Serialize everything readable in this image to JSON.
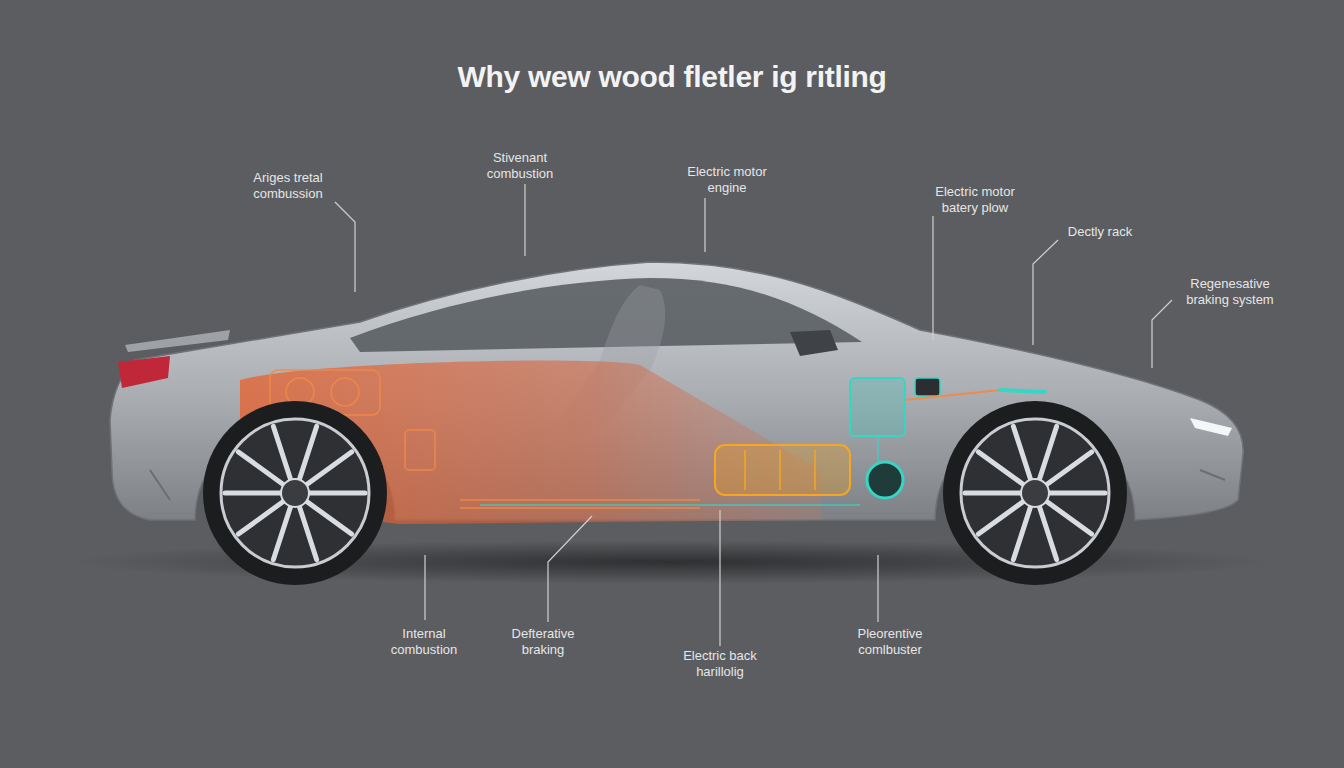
{
  "diagram": {
    "title": "Why wew wood fletler ig ritling",
    "labels": [
      "Ariges tretal combussion",
      "Stivenant combustion",
      "Electric motor engine",
      "Electric motor batery plow",
      "Dectly rack",
      "Regenesative braking system",
      "Internal combustion",
      "Defterative braking",
      "Electric back harillolig",
      "Pleorentive comlbuster"
    ]
  }
}
